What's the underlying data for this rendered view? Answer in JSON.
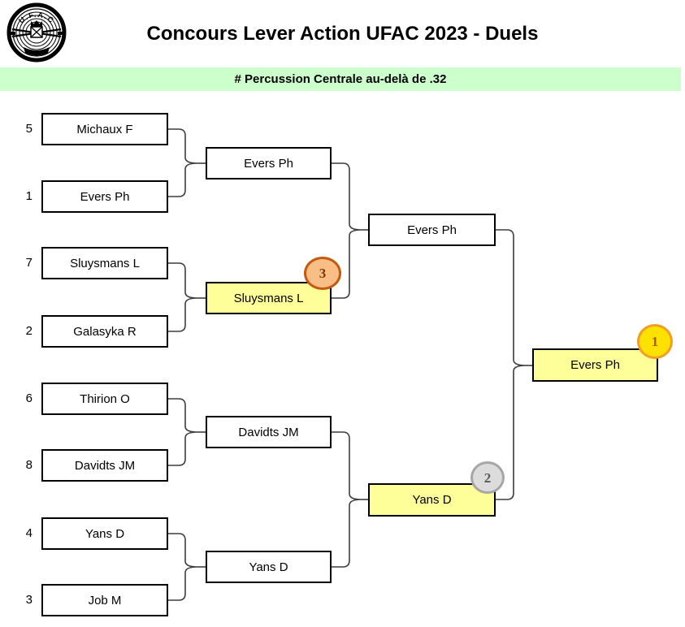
{
  "header": {
    "logo": {
      "text": "U.F.A.C"
    },
    "title": "Concours Lever Action UFAC 2023 - Duels",
    "banner": {
      "text": "# Percussion Centrale au-delà de .32",
      "bg": "#ccffcc"
    }
  },
  "bracket": {
    "round1": [
      {
        "seed": "5",
        "name": "Michaux F"
      },
      {
        "seed": "1",
        "name": "Evers Ph"
      },
      {
        "seed": "7",
        "name": "Sluysmans L"
      },
      {
        "seed": "2",
        "name": "Galasyka R"
      },
      {
        "seed": "6",
        "name": "Thirion O"
      },
      {
        "seed": "8",
        "name": "Davidts JM"
      },
      {
        "seed": "4",
        "name": "Yans D"
      },
      {
        "seed": "3",
        "name": "Job M"
      }
    ],
    "round2": [
      {
        "name": "Evers Ph",
        "highlight": false
      },
      {
        "name": "Sluysmans L",
        "highlight": true,
        "badge": "3"
      },
      {
        "name": "Davidts JM",
        "highlight": false
      },
      {
        "name": "Yans D",
        "highlight": false
      }
    ],
    "round3": [
      {
        "name": "Evers Ph",
        "highlight": false
      },
      {
        "name": "Yans D",
        "highlight": true,
        "badge": "2"
      }
    ],
    "final": [
      {
        "name": "Evers Ph",
        "highlight": true,
        "badge": "1"
      }
    ],
    "badges": [
      {
        "rank": "1",
        "fill": "#ffe100",
        "border": "#f09e25",
        "text_color": "#a35b00"
      },
      {
        "rank": "2",
        "fill": "#dcdcdc",
        "border": "#a6a6a6",
        "text_color": "#595959"
      },
      {
        "rank": "3",
        "fill": "#f9be85",
        "border": "#c45911",
        "text_color": "#7b3b00"
      }
    ],
    "highlight_color": "#ffff99"
  }
}
